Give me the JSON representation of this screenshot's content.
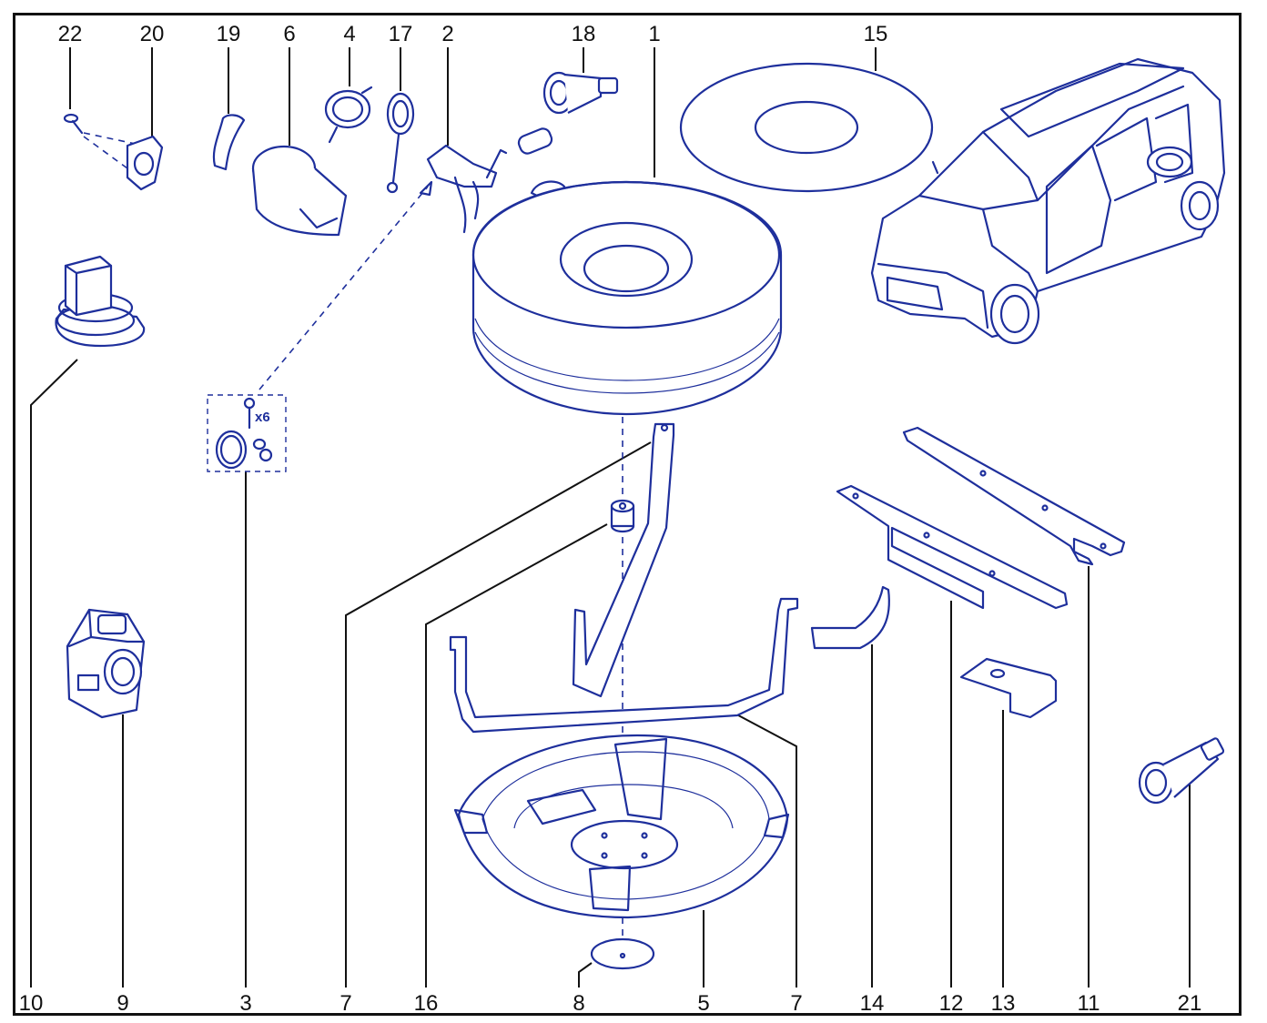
{
  "diagram": {
    "top_labels": [
      "22",
      "20",
      "19",
      "6",
      "4",
      "17",
      "2",
      "18",
      "1",
      "15"
    ],
    "bottom_labels": [
      "10",
      "9",
      "3",
      "7",
      "16",
      "8",
      "5",
      "7",
      "14",
      "12",
      "13",
      "11",
      "21"
    ],
    "kit_quantity": "x6",
    "colors": {
      "line": "#1e2f9c",
      "leader": "#111111",
      "frame": "#111111"
    }
  }
}
